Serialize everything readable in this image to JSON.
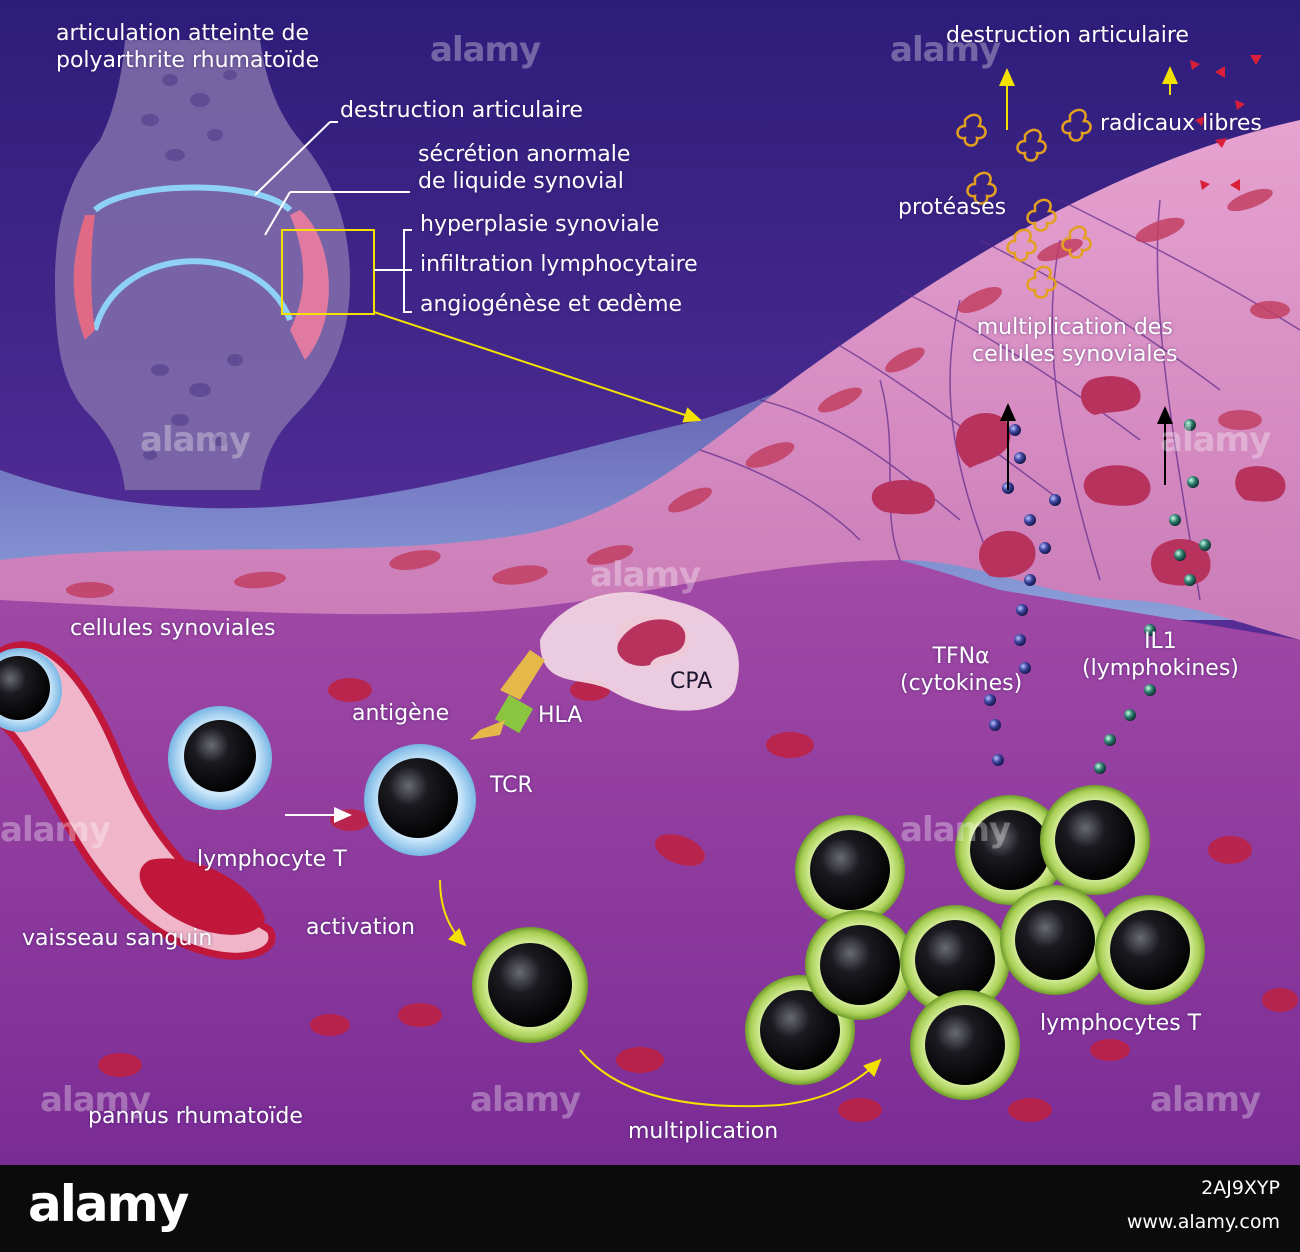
{
  "colors": {
    "background_top": "#2d1d7a",
    "background_mid": "#58309a",
    "background_bottom": "#7d2e98",
    "tissue_pink": "#d98ac0",
    "nucleus_red": "#b8325e",
    "arrow_yellow": "#f3e200",
    "lymphocyte_green": "#b9dd6e",
    "lymphocyte_blue": "#9fd0f2",
    "footer": "#0b0b0b"
  },
  "labels": {
    "joint_title": "articulation atteinte de\npolyarthrite rhumatoïde",
    "joint_destruction": "destruction articulaire",
    "synovial_secretion": "sécrétion anormale\nde liquide synovial",
    "synovial_hyperplasia": "hyperplasie synoviale",
    "lymphocyte_infiltration": "infiltration lymphocytaire",
    "angiogenesis_edema": "angiogénèse et œdème",
    "top_destruction": "destruction articulaire",
    "free_radicals": "radicaux libres",
    "proteases": "protéases",
    "synovial_multiplication": "multiplication des\ncellules synoviales",
    "synovial_cells": "cellules synoviales",
    "apc": "CPA",
    "antigen": "antigène",
    "hla": "HLA",
    "tcr": "TCR",
    "tnf": "TFNα\n(cytokines)",
    "il1": "IL1\n(lymphokines)",
    "t_lymphocyte": "lymphocyte T",
    "activation": "activation",
    "blood_vessel": "vaisseau sanguin",
    "t_lymphocytes": "lymphocytes T",
    "rheumatoid_pannus": "pannus rhumatoïde",
    "multiplication": "multiplication"
  },
  "watermarks": [
    "alamy",
    "alamy",
    "alamy",
    "alamy",
    "alamy",
    "alamy",
    "alamy",
    "alamy",
    "alamy",
    "alamy"
  ],
  "footer": {
    "logo": "alamy",
    "image_id": "2AJ9XYP",
    "url": "www.alamy.com"
  }
}
